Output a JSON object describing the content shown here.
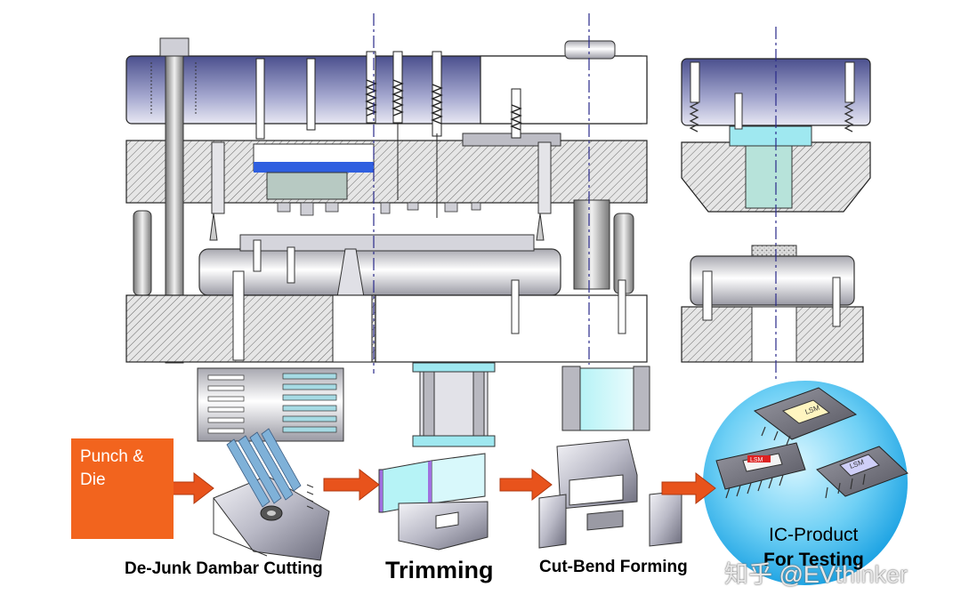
{
  "source_box": {
    "text": "Punch &\nDie",
    "color": "#f2641e"
  },
  "stages": [
    {
      "label": "De-Junk Dambar Cutting"
    },
    {
      "label": "Trimming"
    },
    {
      "label": "Cut-Bend Forming"
    },
    {
      "label": "IC-Product",
      "label2": "For Testing"
    }
  ],
  "watermark": "知乎 @EVthinker",
  "chip_marks": [
    "LSM",
    "LSM",
    "LSM"
  ],
  "colors": {
    "die_body": "#c8c8d2",
    "die_top": "#4a4f8c",
    "arrow": "#e8531c",
    "cavity": "#2f5fe0",
    "product_circle": "#1aa5e8",
    "tool_cyan": "#9fe8f0",
    "tool_violet": "#a070e0"
  }
}
